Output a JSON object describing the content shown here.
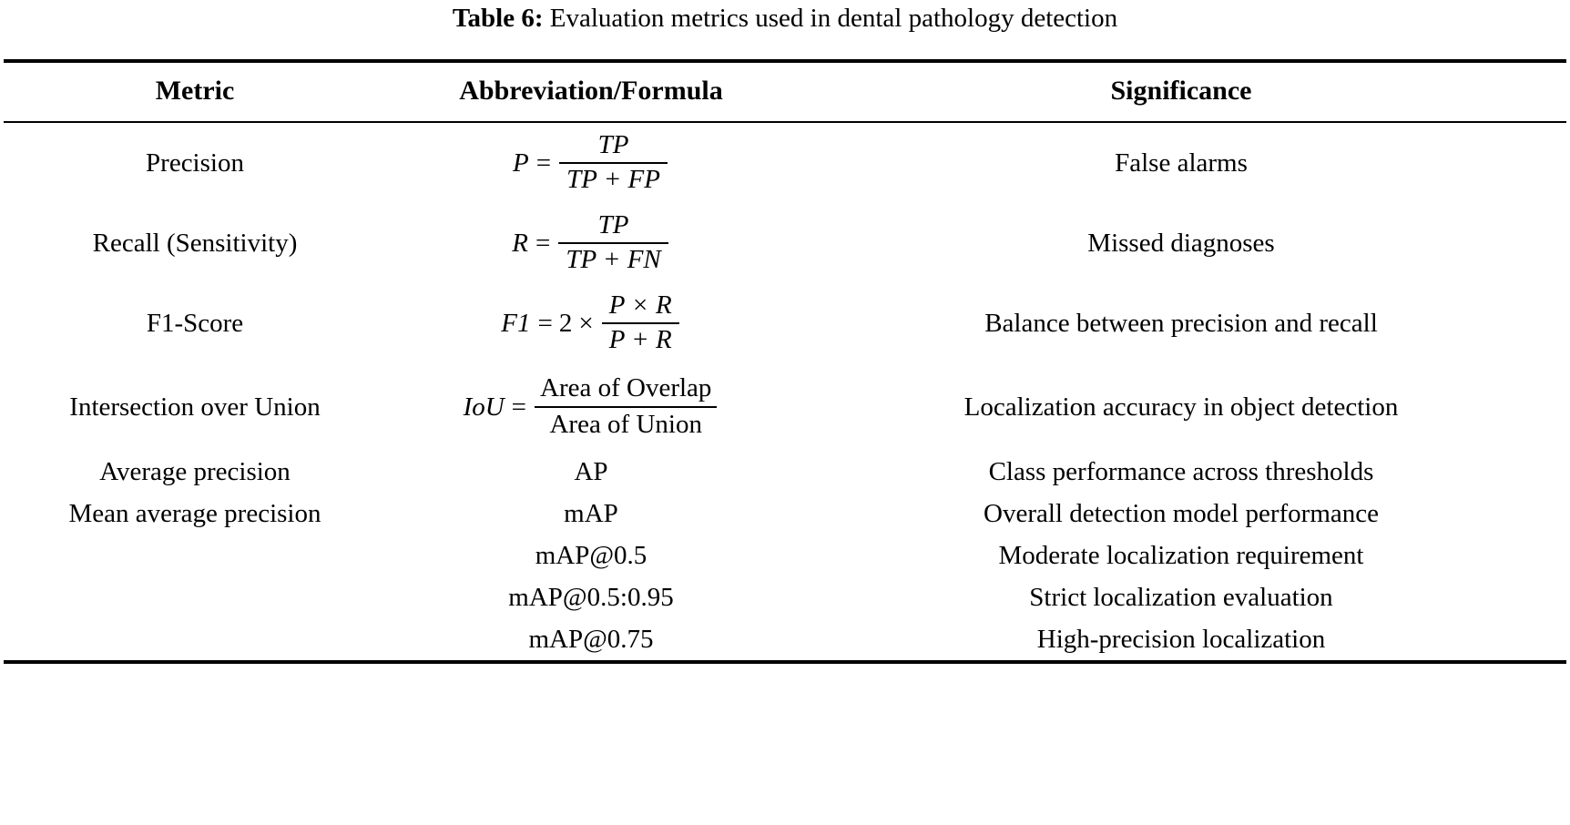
{
  "caption": {
    "label": "Table 6:",
    "text": "Evaluation metrics used in dental pathology detection"
  },
  "headers": {
    "metric": "Metric",
    "formula": "Abbreviation/Formula",
    "significance": "Significance"
  },
  "rows": [
    {
      "metric": "Precision",
      "formula_kind": "fraction",
      "formula_lhs": "P",
      "formula_eq": "=",
      "formula_numerator": "TP",
      "formula_denominator": "TP + FP",
      "formula_plain": "P = TP / (TP + FP)",
      "significance": "False alarms"
    },
    {
      "metric": "Recall (Sensitivity)",
      "formula_kind": "fraction",
      "formula_lhs": "R",
      "formula_eq": "=",
      "formula_numerator": "TP",
      "formula_denominator": "TP + FN",
      "formula_plain": "R = TP / (TP + FN)",
      "significance": "Missed diagnoses"
    },
    {
      "metric": "F1-Score",
      "formula_kind": "fraction-scaled",
      "formula_lhs": "F1",
      "formula_eq": "=",
      "formula_factor": "2",
      "formula_times": "×",
      "formula_numerator": "P × R",
      "formula_denominator": "P + R",
      "formula_plain": "F1 = 2 × (P × R) / (P + R)",
      "significance": "Balance between precision and recall"
    },
    {
      "metric": "Intersection over Union",
      "formula_kind": "fraction-text",
      "formula_lhs": "IoU",
      "formula_eq": "=",
      "formula_numerator": "Area of Overlap",
      "formula_denominator": "Area of Union",
      "formula_plain": "IoU = Area of Overlap / Area of Union",
      "significance": "Localization accuracy in object detection"
    },
    {
      "metric": "Average precision",
      "formula_kind": "plain",
      "formula_plain": "AP",
      "significance": "Class performance across thresholds"
    },
    {
      "metric": "Mean average precision",
      "formula_kind": "plain",
      "formula_plain": "mAP",
      "significance": "Overall detection model performance"
    },
    {
      "metric": "",
      "formula_kind": "plain",
      "formula_plain": "mAP@0.5",
      "significance": "Moderate localization requirement"
    },
    {
      "metric": "",
      "formula_kind": "plain",
      "formula_plain": "mAP@0.5:0.95",
      "significance": "Strict localization evaluation"
    },
    {
      "metric": "",
      "formula_kind": "plain",
      "formula_plain": "mAP@0.75",
      "significance": "High-precision localization"
    }
  ],
  "colors": {
    "text": "#000000",
    "background": "#ffffff",
    "rule": "#000000"
  }
}
